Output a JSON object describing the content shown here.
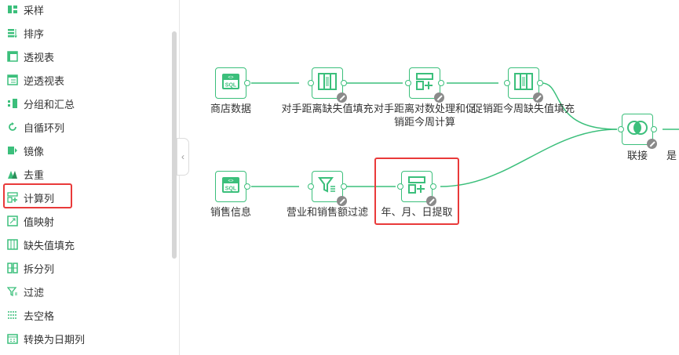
{
  "sidebar": {
    "items": [
      {
        "label": "采样",
        "icon": "sample-icon"
      },
      {
        "label": "排序",
        "icon": "sort-icon"
      },
      {
        "label": "透视表",
        "icon": "pivot-icon"
      },
      {
        "label": "逆透视表",
        "icon": "unpivot-icon"
      },
      {
        "label": "分组和汇总",
        "icon": "group-icon"
      },
      {
        "label": "自循环列",
        "icon": "loop-icon"
      },
      {
        "label": "镜像",
        "icon": "mirror-icon"
      },
      {
        "label": "去重",
        "icon": "dedupe-icon"
      },
      {
        "label": "计算列",
        "icon": "calc-column-icon"
      },
      {
        "label": "值映射",
        "icon": "value-map-icon"
      },
      {
        "label": "缺失值填充",
        "icon": "fill-missing-icon"
      },
      {
        "label": "拆分列",
        "icon": "split-column-icon"
      },
      {
        "label": "过滤",
        "icon": "filter-icon"
      },
      {
        "label": "去空格",
        "icon": "trim-icon"
      },
      {
        "label": "转换为日期列",
        "icon": "date-convert-icon"
      }
    ]
  },
  "flow": {
    "nodes": [
      {
        "id": "n1",
        "label": "商店数据",
        "icon": "sql-icon"
      },
      {
        "id": "n2",
        "label": "对手距离缺失值填充",
        "icon": "fill-missing-icon"
      },
      {
        "id": "n3",
        "label": "对手距离对数处理和促销距今周计算",
        "icon": "calc-column-icon"
      },
      {
        "id": "n4",
        "label": "促销距今周缺失值填充",
        "icon": "fill-missing-icon"
      },
      {
        "id": "n5",
        "label": "联接",
        "icon": "join-icon"
      },
      {
        "id": "n6",
        "label": "是",
        "icon": ""
      },
      {
        "id": "n7",
        "label": "销售信息",
        "icon": "sql-icon"
      },
      {
        "id": "n8",
        "label": "营业和销售额过滤",
        "icon": "filter-icon"
      },
      {
        "id": "n9",
        "label": "年、月、日提取",
        "icon": "calc-column-icon"
      }
    ]
  },
  "colors": {
    "accent": "#3bbf7b",
    "highlight": "#e93a3a"
  }
}
